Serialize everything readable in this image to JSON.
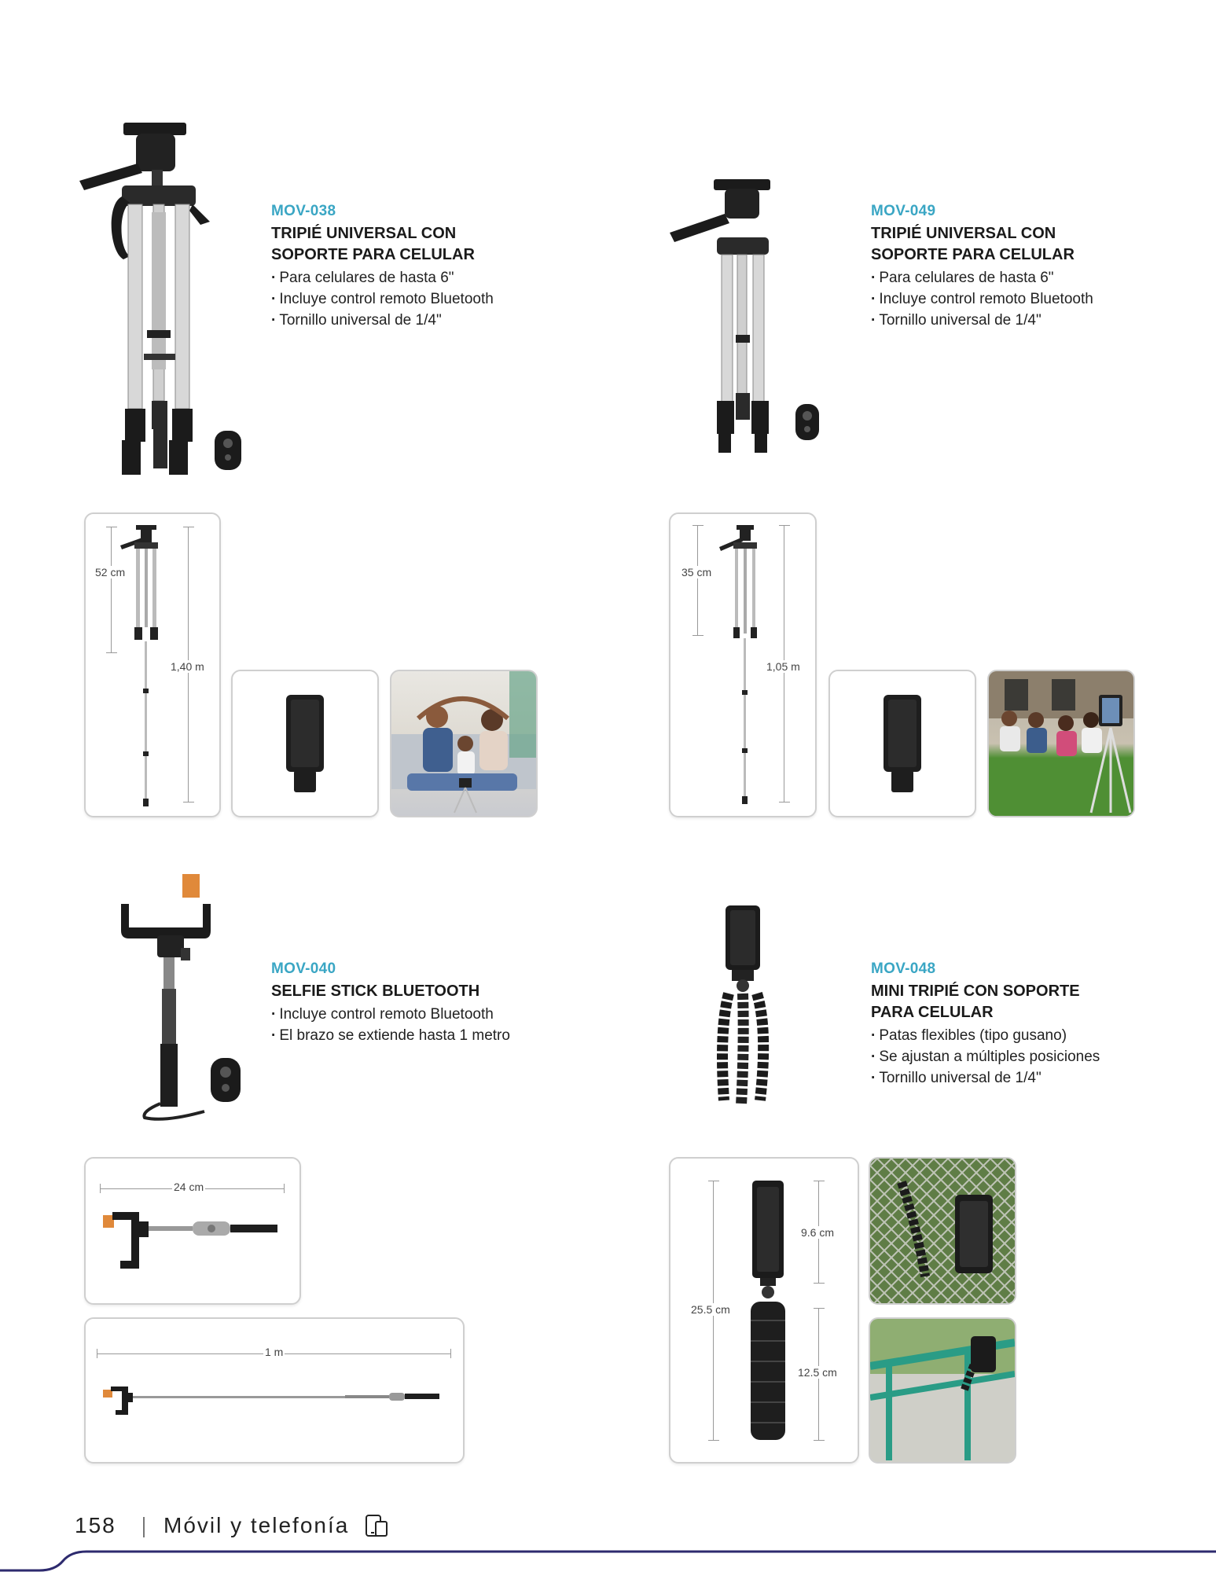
{
  "products": [
    {
      "code": "MOV-038",
      "title_lines": [
        "TRIPIÉ UNIVERSAL CON",
        "SOPORTE PARA CELULAR"
      ],
      "bullets": [
        "Para celulares de hasta 6\"",
        "Incluye control remoto Bluetooth",
        "Tornillo universal de 1/4\""
      ],
      "dims": [
        "52 cm",
        "1,40 m"
      ]
    },
    {
      "code": "MOV-049",
      "title_lines": [
        "TRIPIÉ UNIVERSAL CON",
        "SOPORTE PARA CELULAR"
      ],
      "bullets": [
        "Para celulares de hasta 6\"",
        "Incluye control remoto Bluetooth",
        "Tornillo universal de 1/4\""
      ],
      "dims": [
        "35 cm",
        "1,05 m"
      ]
    },
    {
      "code": "MOV-040",
      "title_lines": [
        "SELFIE STICK BLUETOOTH"
      ],
      "bullets": [
        "Incluye control remoto Bluetooth",
        "El brazo se extiende hasta 1 metro"
      ],
      "dims": [
        "24 cm",
        "1 m"
      ]
    },
    {
      "code": "MOV-048",
      "title_lines": [
        "MINI TRIPIÉ CON SOPORTE",
        "PARA CELULAR"
      ],
      "bullets": [
        "Patas flexibles (tipo gusano)",
        "Se ajustan a múltiples posiciones",
        "Tornillo universal de 1/4\""
      ],
      "dims": [
        "9.6 cm",
        "25.5 cm",
        "12.5 cm"
      ]
    }
  ],
  "footer": {
    "page_number": "158",
    "section": "Móvil y telefonía",
    "section_icon": "phone-tablet-icon"
  },
  "colors": {
    "code": "#3aa6c4",
    "footer_line": "#2d2a6e",
    "grass": "#4f8f34",
    "teal_rail": "#2a9c86"
  }
}
